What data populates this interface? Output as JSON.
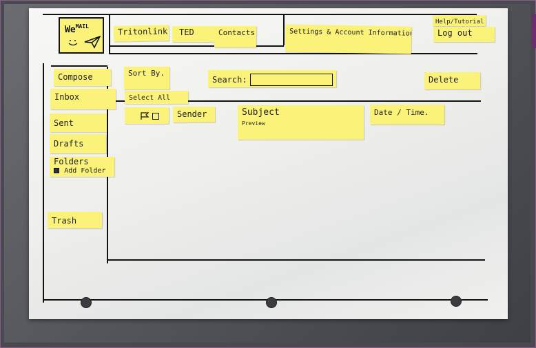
{
  "logo": {
    "we": "We",
    "mail": "MAIL"
  },
  "top_nav": {
    "tritonlink": "Tritonlink",
    "ted": "TED",
    "contacts": "Contacts",
    "settings": "Settings & Account Information",
    "help": "Help/Tutorial",
    "logout": "Log out"
  },
  "sidebar": {
    "compose": "Compose",
    "inbox": "Inbox",
    "sent": "Sent",
    "drafts": "Drafts",
    "folders": "Folders",
    "add_folder": "Add Folder",
    "trash": "Trash"
  },
  "toolbar": {
    "sort_by": "Sort By.",
    "select_all": "Select All",
    "search_label": "Search:",
    "delete": "Delete"
  },
  "columns": {
    "sender": "Sender",
    "subject": "Subject",
    "preview": "Preview",
    "date_time": "Date / Time."
  }
}
